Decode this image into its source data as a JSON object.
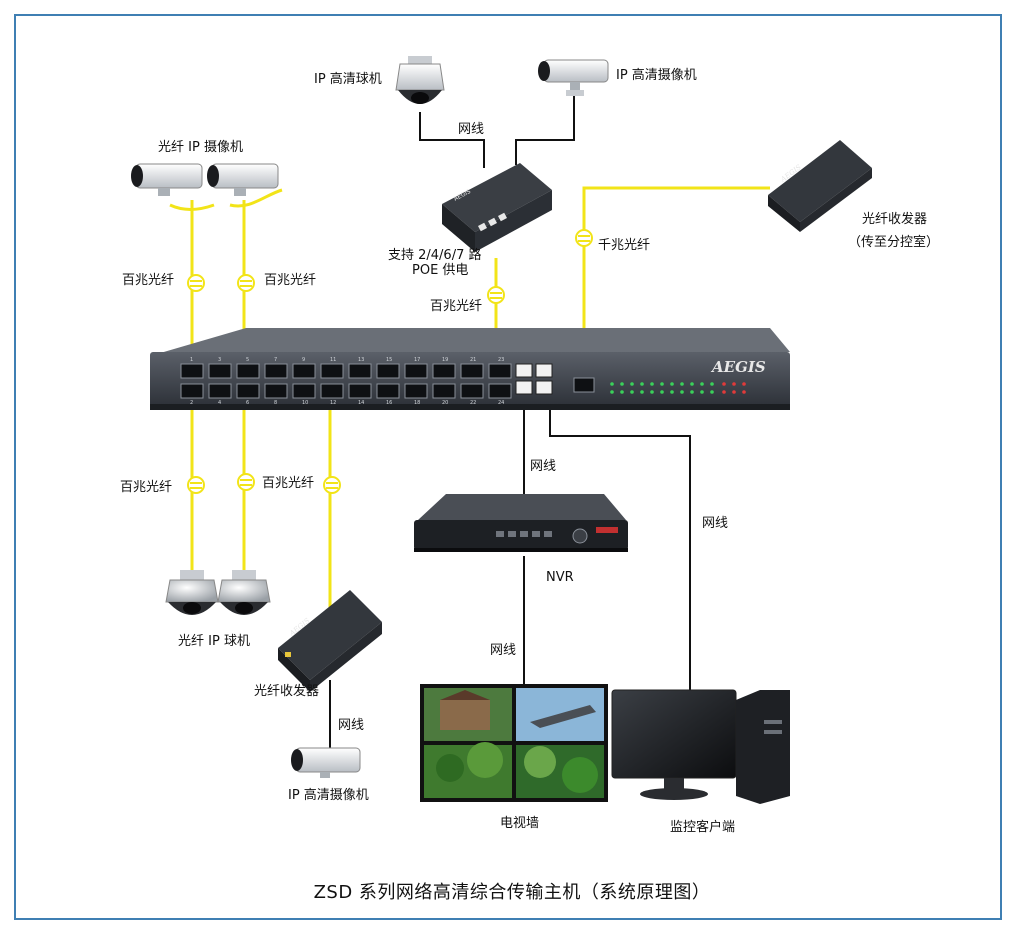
{
  "labels": {
    "dome_ip": "IP 高清球机",
    "bullet_ip": "IP 高清摄像机",
    "fiber_ip_cam": "光纤 IP 摄像机",
    "poe_support_1": "支持 2/4/6/7 路",
    "poe_support_2": "POE 供电",
    "fiber_transceiver_top": "光纤收发器",
    "to_substation": "（传至分控室）",
    "gigabit_fiber": "千兆光纤",
    "fast_fiber_left1": "百兆光纤",
    "fast_fiber_left2": "百兆光纤",
    "fast_fiber_poe": "百兆光纤",
    "fast_fiber_bottom1": "百兆光纤",
    "fast_fiber_bottom2": "百兆光纤",
    "cable_poe": "网线",
    "cable_nvr": "网线",
    "cable_tv": "网线",
    "cable_client": "网线",
    "cable_transceiver": "网线",
    "nvr": "NVR",
    "fiber_dome": "光纤 IP 球机",
    "fiber_transceiver_bottom": "光纤收发器",
    "bullet_ip_bottom": "IP 高清摄像机",
    "tv_wall": "电视墙",
    "client": "监控客户端",
    "caption": "ZSD 系列网络高清综合传输主机（系统原理图）",
    "brand": "AEGIS",
    "port_numbers_top": [
      "1",
      "3",
      "5",
      "7",
      "9",
      "11",
      "13",
      "15",
      "17",
      "19",
      "21",
      "23"
    ],
    "port_numbers_bottom": [
      "2",
      "4",
      "6",
      "8",
      "10",
      "12",
      "14",
      "16",
      "18",
      "20",
      "22",
      "24"
    ]
  },
  "colors": {
    "fiber": "#f2e418",
    "cable": "#111111",
    "frame": "#3f7fb3",
    "device": "#2b2f36"
  }
}
